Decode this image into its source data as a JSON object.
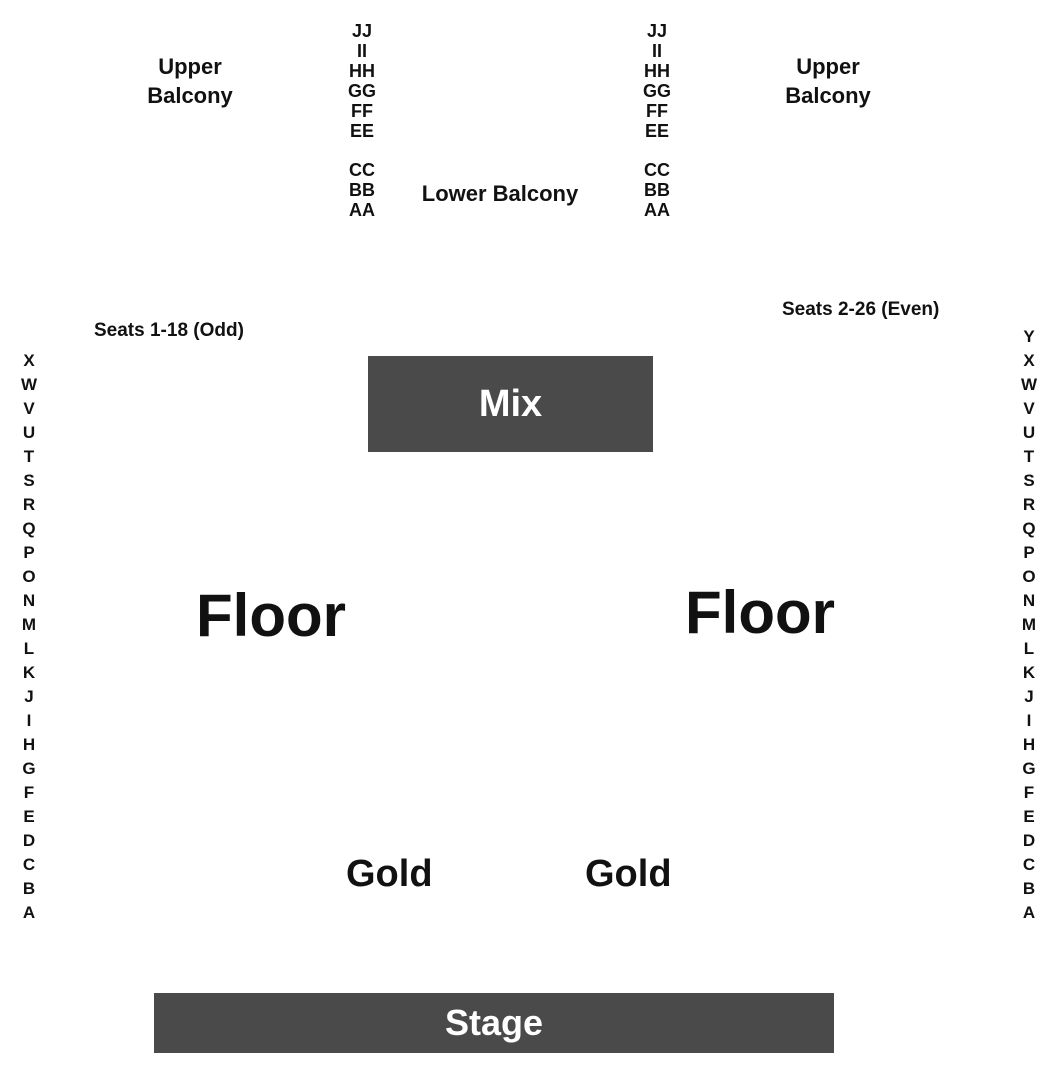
{
  "balcony": {
    "upper_left": [
      "Upper",
      "Balcony"
    ],
    "upper_right": [
      "Upper",
      "Balcony"
    ],
    "lower": "Lower Balcony",
    "upper_rows": [
      "JJ",
      "II",
      "HH",
      "GG",
      "FF",
      "EE"
    ],
    "lower_rows": [
      "CC",
      "BB",
      "AA"
    ]
  },
  "seats": {
    "left": "Seats 1-18 (Odd)",
    "right": "Seats 2-26 (Even)"
  },
  "rows": {
    "left": [
      "X",
      "W",
      "V",
      "U",
      "T",
      "S",
      "R",
      "Q",
      "P",
      "O",
      "N",
      "M",
      "L",
      "K",
      "J",
      "I",
      "H",
      "G",
      "F",
      "E",
      "D",
      "C",
      "B",
      "A"
    ],
    "right": [
      "Y",
      "X",
      "W",
      "V",
      "U",
      "T",
      "S",
      "R",
      "Q",
      "P",
      "O",
      "N",
      "M",
      "L",
      "K",
      "J",
      "I",
      "H",
      "G",
      "F",
      "E",
      "D",
      "C",
      "B",
      "A"
    ]
  },
  "sections": {
    "mix": "Mix",
    "floor_left": "Floor",
    "floor_right": "Floor",
    "gold_left": "Gold",
    "gold_right": "Gold",
    "stage": "Stage"
  },
  "colors": {
    "block": "#4a4a4a",
    "block_text": "#ffffff",
    "label_text": "#111111",
    "background": "#ffffff"
  }
}
